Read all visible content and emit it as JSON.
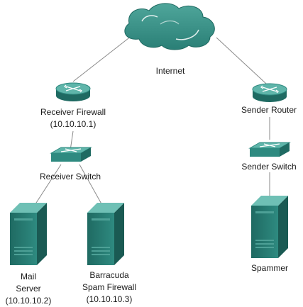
{
  "nodes": {
    "internet": {
      "label": "Internet"
    },
    "receiver_firewall": {
      "label": "Receiver Firewall",
      "ip": "(10.10.10.1)"
    },
    "receiver_switch": {
      "label": "Receiver Switch"
    },
    "mail_server": {
      "label_line1": "Mail",
      "label_line2": "Server",
      "ip": "(10.10.10.2)"
    },
    "barracuda": {
      "label_line1": "Barracuda",
      "label_line2": "Spam Firewall",
      "ip": "(10.10.10.3)"
    },
    "sender_router": {
      "label": "Sender Router"
    },
    "sender_switch": {
      "label": "Sender Switch"
    },
    "spammer": {
      "label": "Spammer"
    }
  },
  "colors": {
    "device_teal": "#2e8a80",
    "device_light": "#5fb5aa",
    "device_dark": "#1f6a62",
    "cloud": "#2e8a80",
    "link": "#8a8a8a"
  }
}
